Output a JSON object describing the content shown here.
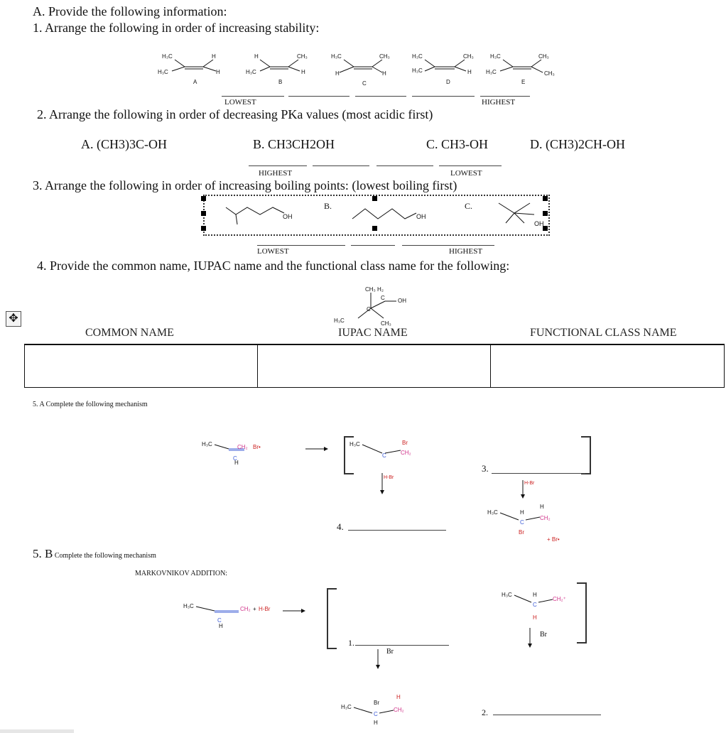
{
  "header": {
    "part_a": "A.   Provide the following information:",
    "q1": "1.   Arrange the following in order of increasing stability:"
  },
  "q1": {
    "lowest": "LOWEST",
    "highest": "HIGHEST",
    "labels": [
      "A",
      "B",
      "C",
      "D",
      "E"
    ]
  },
  "q2": {
    "prompt": "2.  Arrange the following in order of decreasing PKa values (most acidic first)",
    "options": [
      "A.  (CH3)3C-OH",
      "B.  CH3CH2OH",
      "C.  CH3-OH",
      "D. (CH3)2CH-OH"
    ],
    "highest": "HIGHEST",
    "lowest": "LOWEST"
  },
  "q3": {
    "prompt": "3.  Arrange the following in order of increasing boiling points: (lowest boiling first)",
    "labels": [
      "B.",
      "C."
    ],
    "lowest": "LOWEST",
    "highest": "HIGHEST"
  },
  "q4": {
    "prompt": "4.  Provide the common name, IUPAC name and the functional class name for the following:",
    "headers": [
      "COMMON NAME",
      "IUPAC NAME",
      "FUNCTIONAL CLASS NAME"
    ]
  },
  "q5a": {
    "title": "5. A Complete the following mechanism",
    "num3": "3.",
    "num4": "4."
  },
  "q5b": {
    "title_num": "5. B",
    "title_rest": " Complete the following mechanism",
    "markovnikov": "MARKOVNIKOV ADDITION:",
    "num1": "1.",
    "num2": "2.",
    "br_label": "Br"
  },
  "colors": {
    "blue": "#3b5bd6",
    "pink": "#d0338a",
    "red": "#c22"
  }
}
